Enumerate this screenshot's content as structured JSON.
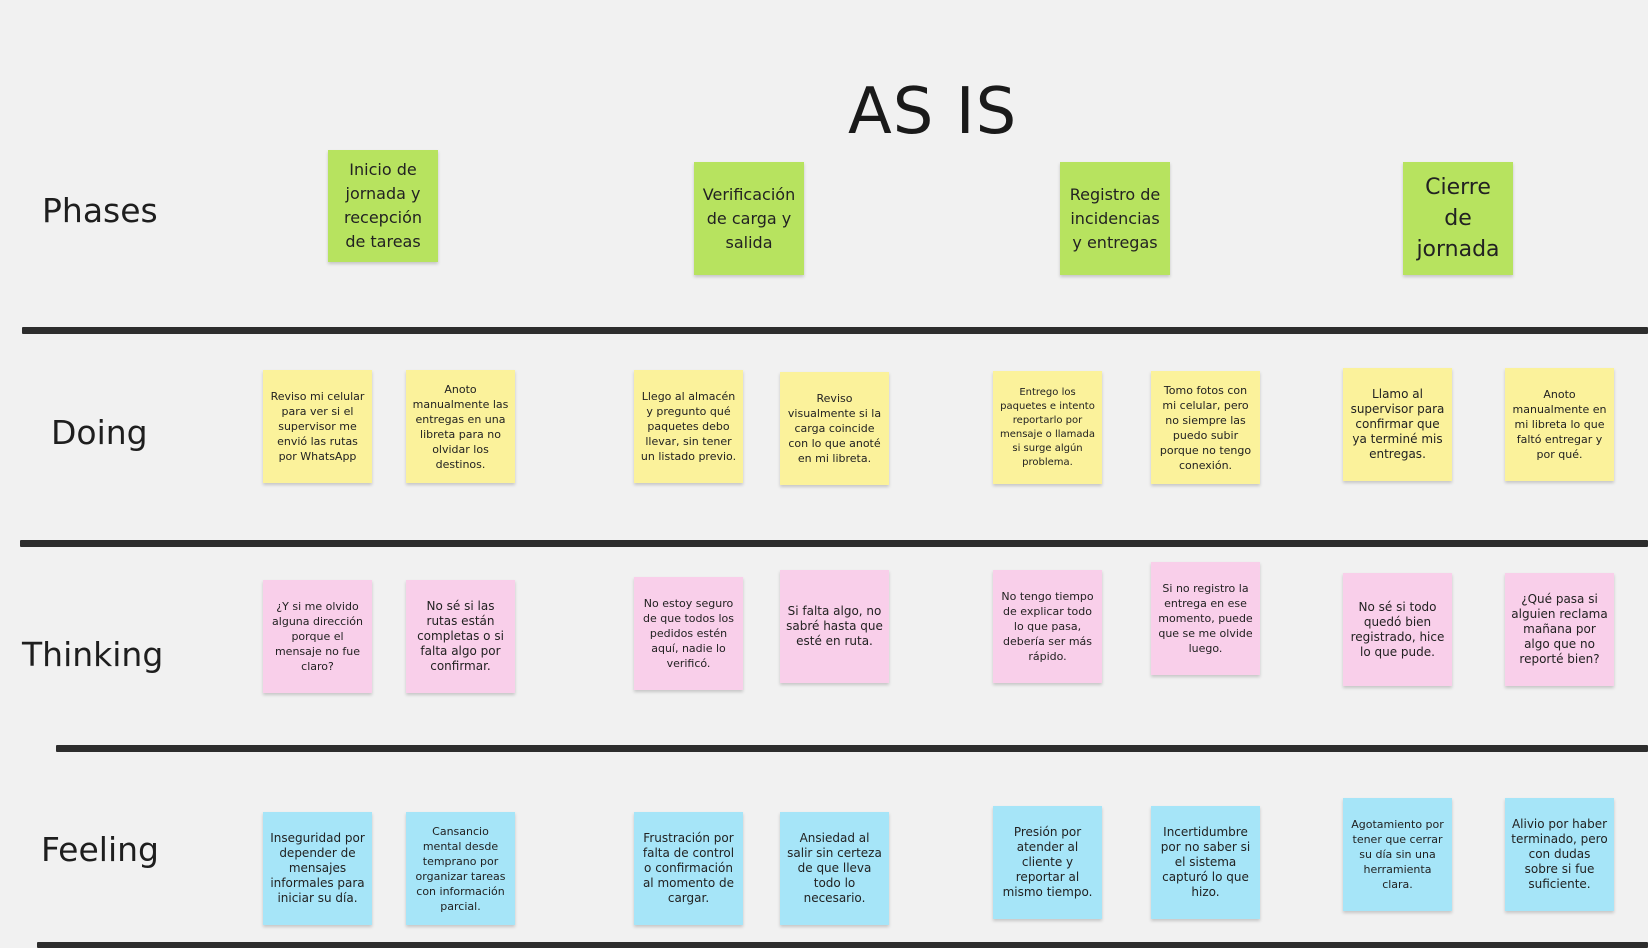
{
  "board": {
    "title": "AS IS",
    "rows": {
      "phases": "Phases",
      "doing": "Doing",
      "thinking": "Thinking",
      "feeling": "Feeling"
    },
    "colors": {
      "phase": "#b7e35f",
      "doing": "#fbf29b",
      "thinking": "#f9cfea",
      "feeling": "#a6e5f8",
      "divider": "#2d2d2d",
      "background": "#f1f1f1"
    }
  },
  "phases": [
    "Inicio de jornada y recepción de tareas",
    "Verificación de carga y salida",
    "Registro de incidencias y entregas",
    "Cierre de jornada"
  ],
  "doing": [
    "Reviso mi celular para ver si el supervisor me envió las rutas por WhatsApp",
    "Anoto manualmente las entregas en una libreta para no olvidar los destinos.",
    "Llego al almacén y pregunto qué paquetes debo llevar, sin tener un listado previo.",
    "Reviso visualmente si la carga coincide con lo que anoté en mi libreta.",
    "Entrego los paquetes e intento reportarlo por mensaje o llamada si surge algún problema.",
    "Tomo fotos con mi celular, pero no siempre las puedo subir porque no tengo conexión.",
    "Llamo al supervisor para confirmar que ya terminé mis entregas.",
    "Anoto manualmente en mi libreta lo que faltó entregar y por qué."
  ],
  "thinking": [
    "¿Y si me olvido alguna dirección porque el mensaje no fue claro?",
    "No sé si las rutas están completas o si falta algo por confirmar.",
    "No estoy seguro de que todos los pedidos estén aquí, nadie lo verificó.",
    "Si falta algo, no sabré hasta que esté en ruta.",
    "No tengo tiempo de explicar todo lo que pasa, debería ser más rápido.",
    "Si no registro la entrega en ese momento, puede que se me olvide luego.",
    "No sé si todo quedó bien registrado, hice lo que pude.",
    "¿Qué pasa si alguien reclama mañana por algo que no reporté bien?"
  ],
  "feeling": [
    "Inseguridad por depender de mensajes informales para iniciar su día.",
    "Cansancio mental desde temprano por organizar tareas con información parcial.",
    "Frustración por falta de control o confirmación al momento de cargar.",
    "Ansiedad al salir sin certeza de que lleva todo lo necesario.",
    "Presión por atender al cliente y reportar al mismo tiempo.",
    "Incertidumbre por no saber si el sistema capturó lo que hizo.",
    "Agotamiento por tener que cerrar su día sin una herramienta clara.",
    "Alivio por haber terminado, pero con dudas sobre si fue suficiente."
  ]
}
